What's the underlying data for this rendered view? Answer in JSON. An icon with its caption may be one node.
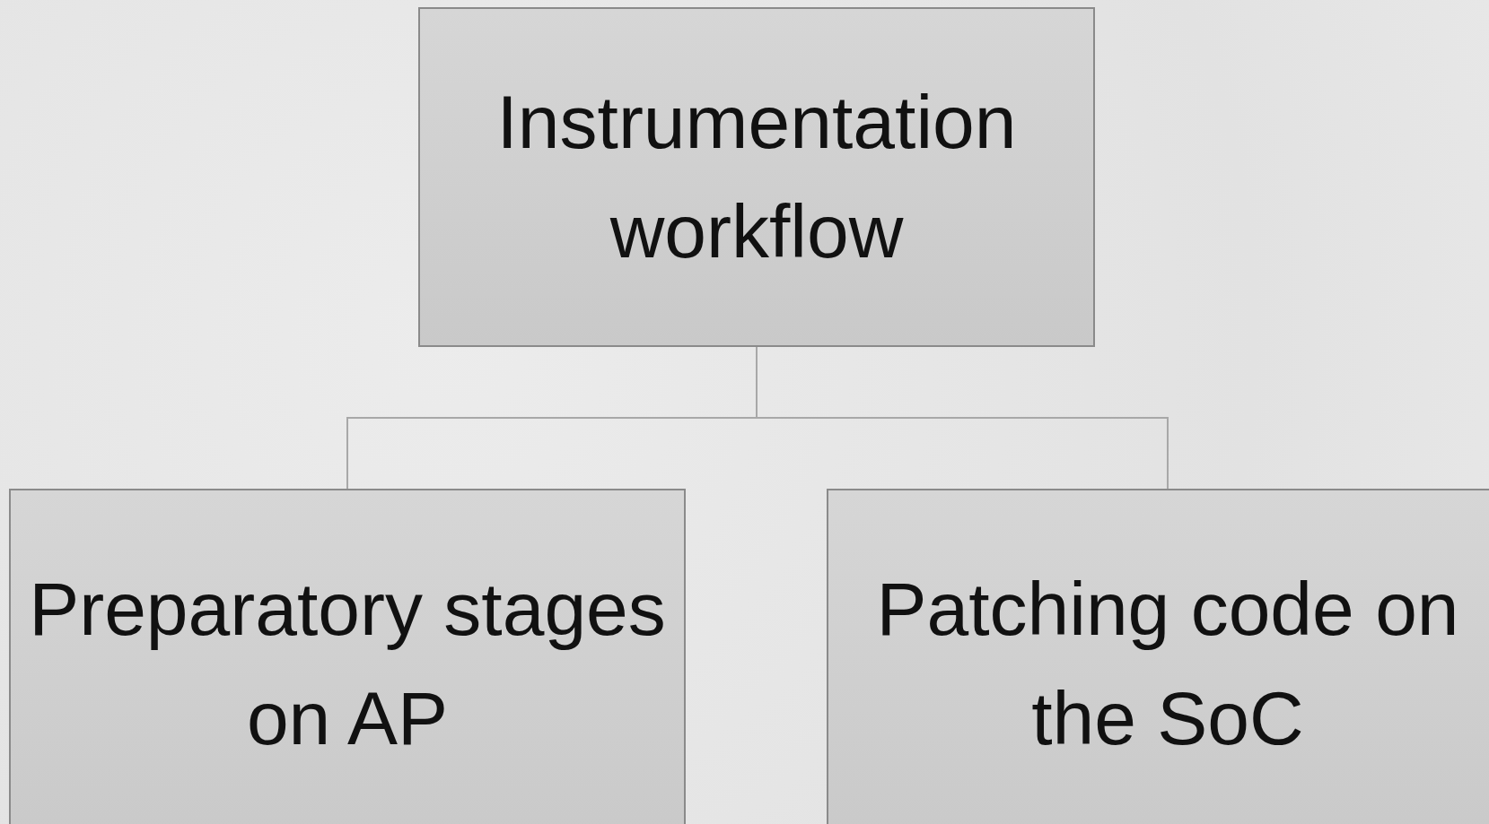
{
  "diagram": {
    "nodes": [
      {
        "text": [
          "Instrumentation workflow"
        ]
      },
      {
        "text": [
          "Preparatory stages on AP"
        ]
      },
      {
        "text": [
          "Patching code on the SoC"
        ]
      }
    ],
    "edges": [
      {
        "from": 0,
        "to": 1,
        "arrow": "none"
      },
      {
        "from": 0,
        "to": 2,
        "arrow": "none"
      }
    ]
  }
}
